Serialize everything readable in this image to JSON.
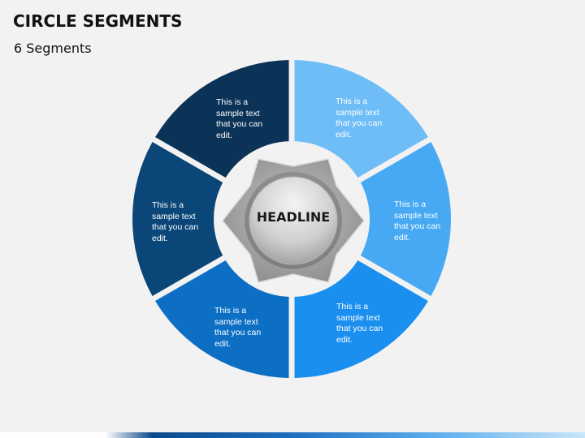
{
  "slide": {
    "title": "CIRCLE SEGMENTS",
    "subtitle": "6 Segments"
  },
  "diagram": {
    "center_label": "HEADLINE",
    "segments": [
      {
        "position": "top-left",
        "text": "This is a\nsample text\nthat you can\nedit.",
        "color": "#0b3257"
      },
      {
        "position": "top-right",
        "text": "This is a\nsample text\nthat you can\nedit.",
        "color": "#6ebdf7"
      },
      {
        "position": "right",
        "text": "This is a\nsample text\nthat you can\nedit.",
        "color": "#47a9f3"
      },
      {
        "position": "bottom-right",
        "text": "This is a\nsample text\nthat you can\nedit.",
        "color": "#1a8ff0"
      },
      {
        "position": "bottom-left",
        "text": "This is a\nsample text\nthat you can\nedit.",
        "color": "#0c6fc4"
      },
      {
        "position": "left",
        "text": "This is a\nsample text\nthat you can\nedit.",
        "color": "#0a4678"
      }
    ]
  }
}
